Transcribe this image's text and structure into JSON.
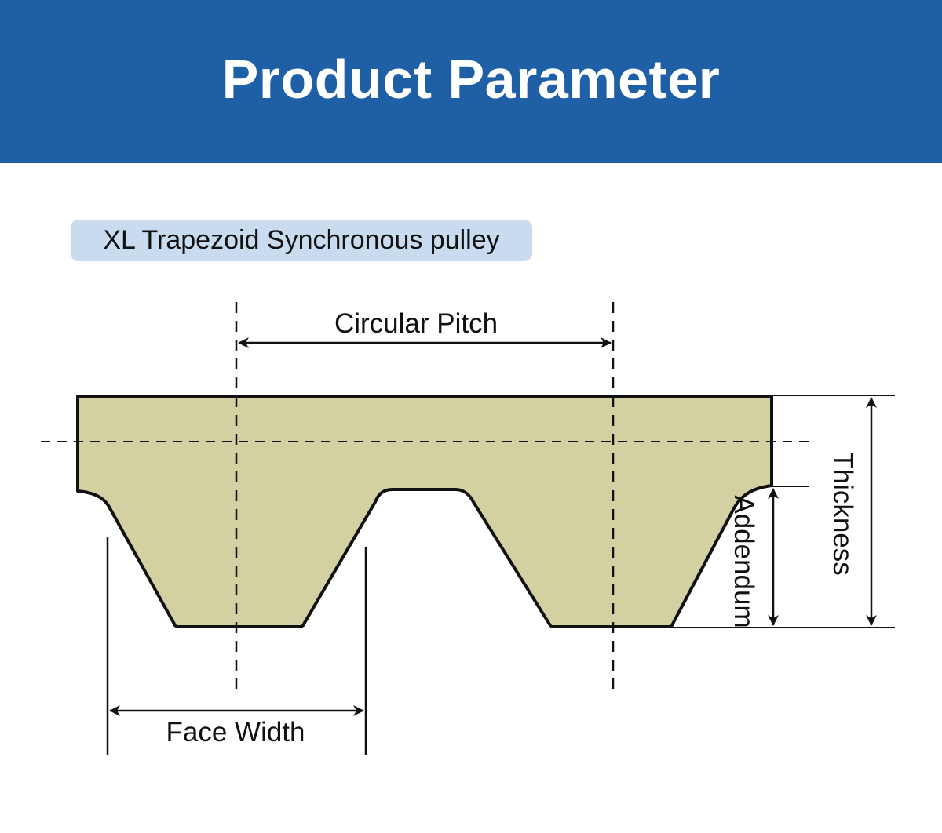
{
  "header": {
    "title": "Product Parameter"
  },
  "subtitle": {
    "label": "XL Trapezoid Synchronous pulley"
  },
  "diagram": {
    "labels": {
      "circular_pitch": "Circular Pitch",
      "face_width": "Face Width",
      "thickness": "Thickness",
      "addendum": "Addendum"
    },
    "colors": {
      "header_bg": "#1f5fa6",
      "badge_bg": "#c9dcef",
      "belt_fill": "#d3d0a1",
      "line": "#111111"
    }
  }
}
